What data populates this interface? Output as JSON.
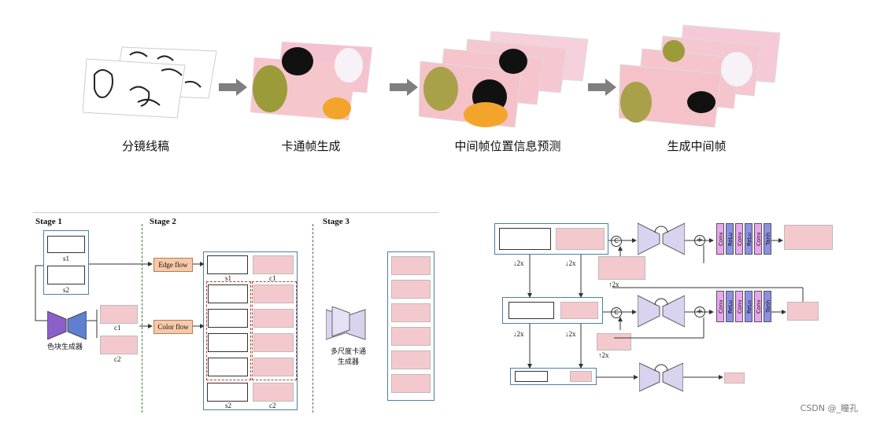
{
  "top": {
    "captions": [
      "分镜线稿",
      "卡通帧生成",
      "中间帧位置信息预测",
      "生成中间帧"
    ]
  },
  "bottom_left": {
    "stages": [
      "Stage 1",
      "Stage 2",
      "Stage 3"
    ],
    "labels": {
      "s1": "s1",
      "s2": "s2",
      "c1": "c1",
      "c2": "c2",
      "edge_flow": "Edge flow",
      "color_flow": "Color flow",
      "block_gen": "色块生成器",
      "multi_gen": "多尺度卡通\n生成器"
    }
  },
  "bottom_right": {
    "down": "↓2x",
    "up": "↑2x",
    "concat": "C",
    "plus": "+",
    "layers": [
      "Conv",
      "ReLu",
      "Conv",
      "ReLu",
      "Conv",
      "Tanh"
    ]
  },
  "watermark": "CSDN @_瞳孔",
  "colors": {
    "frame": "#4a7fa8",
    "pink": "#f4c9cd",
    "flow": "#f6c9a8",
    "conv": "#e9a6ee",
    "relu": "#8d8fe6"
  }
}
